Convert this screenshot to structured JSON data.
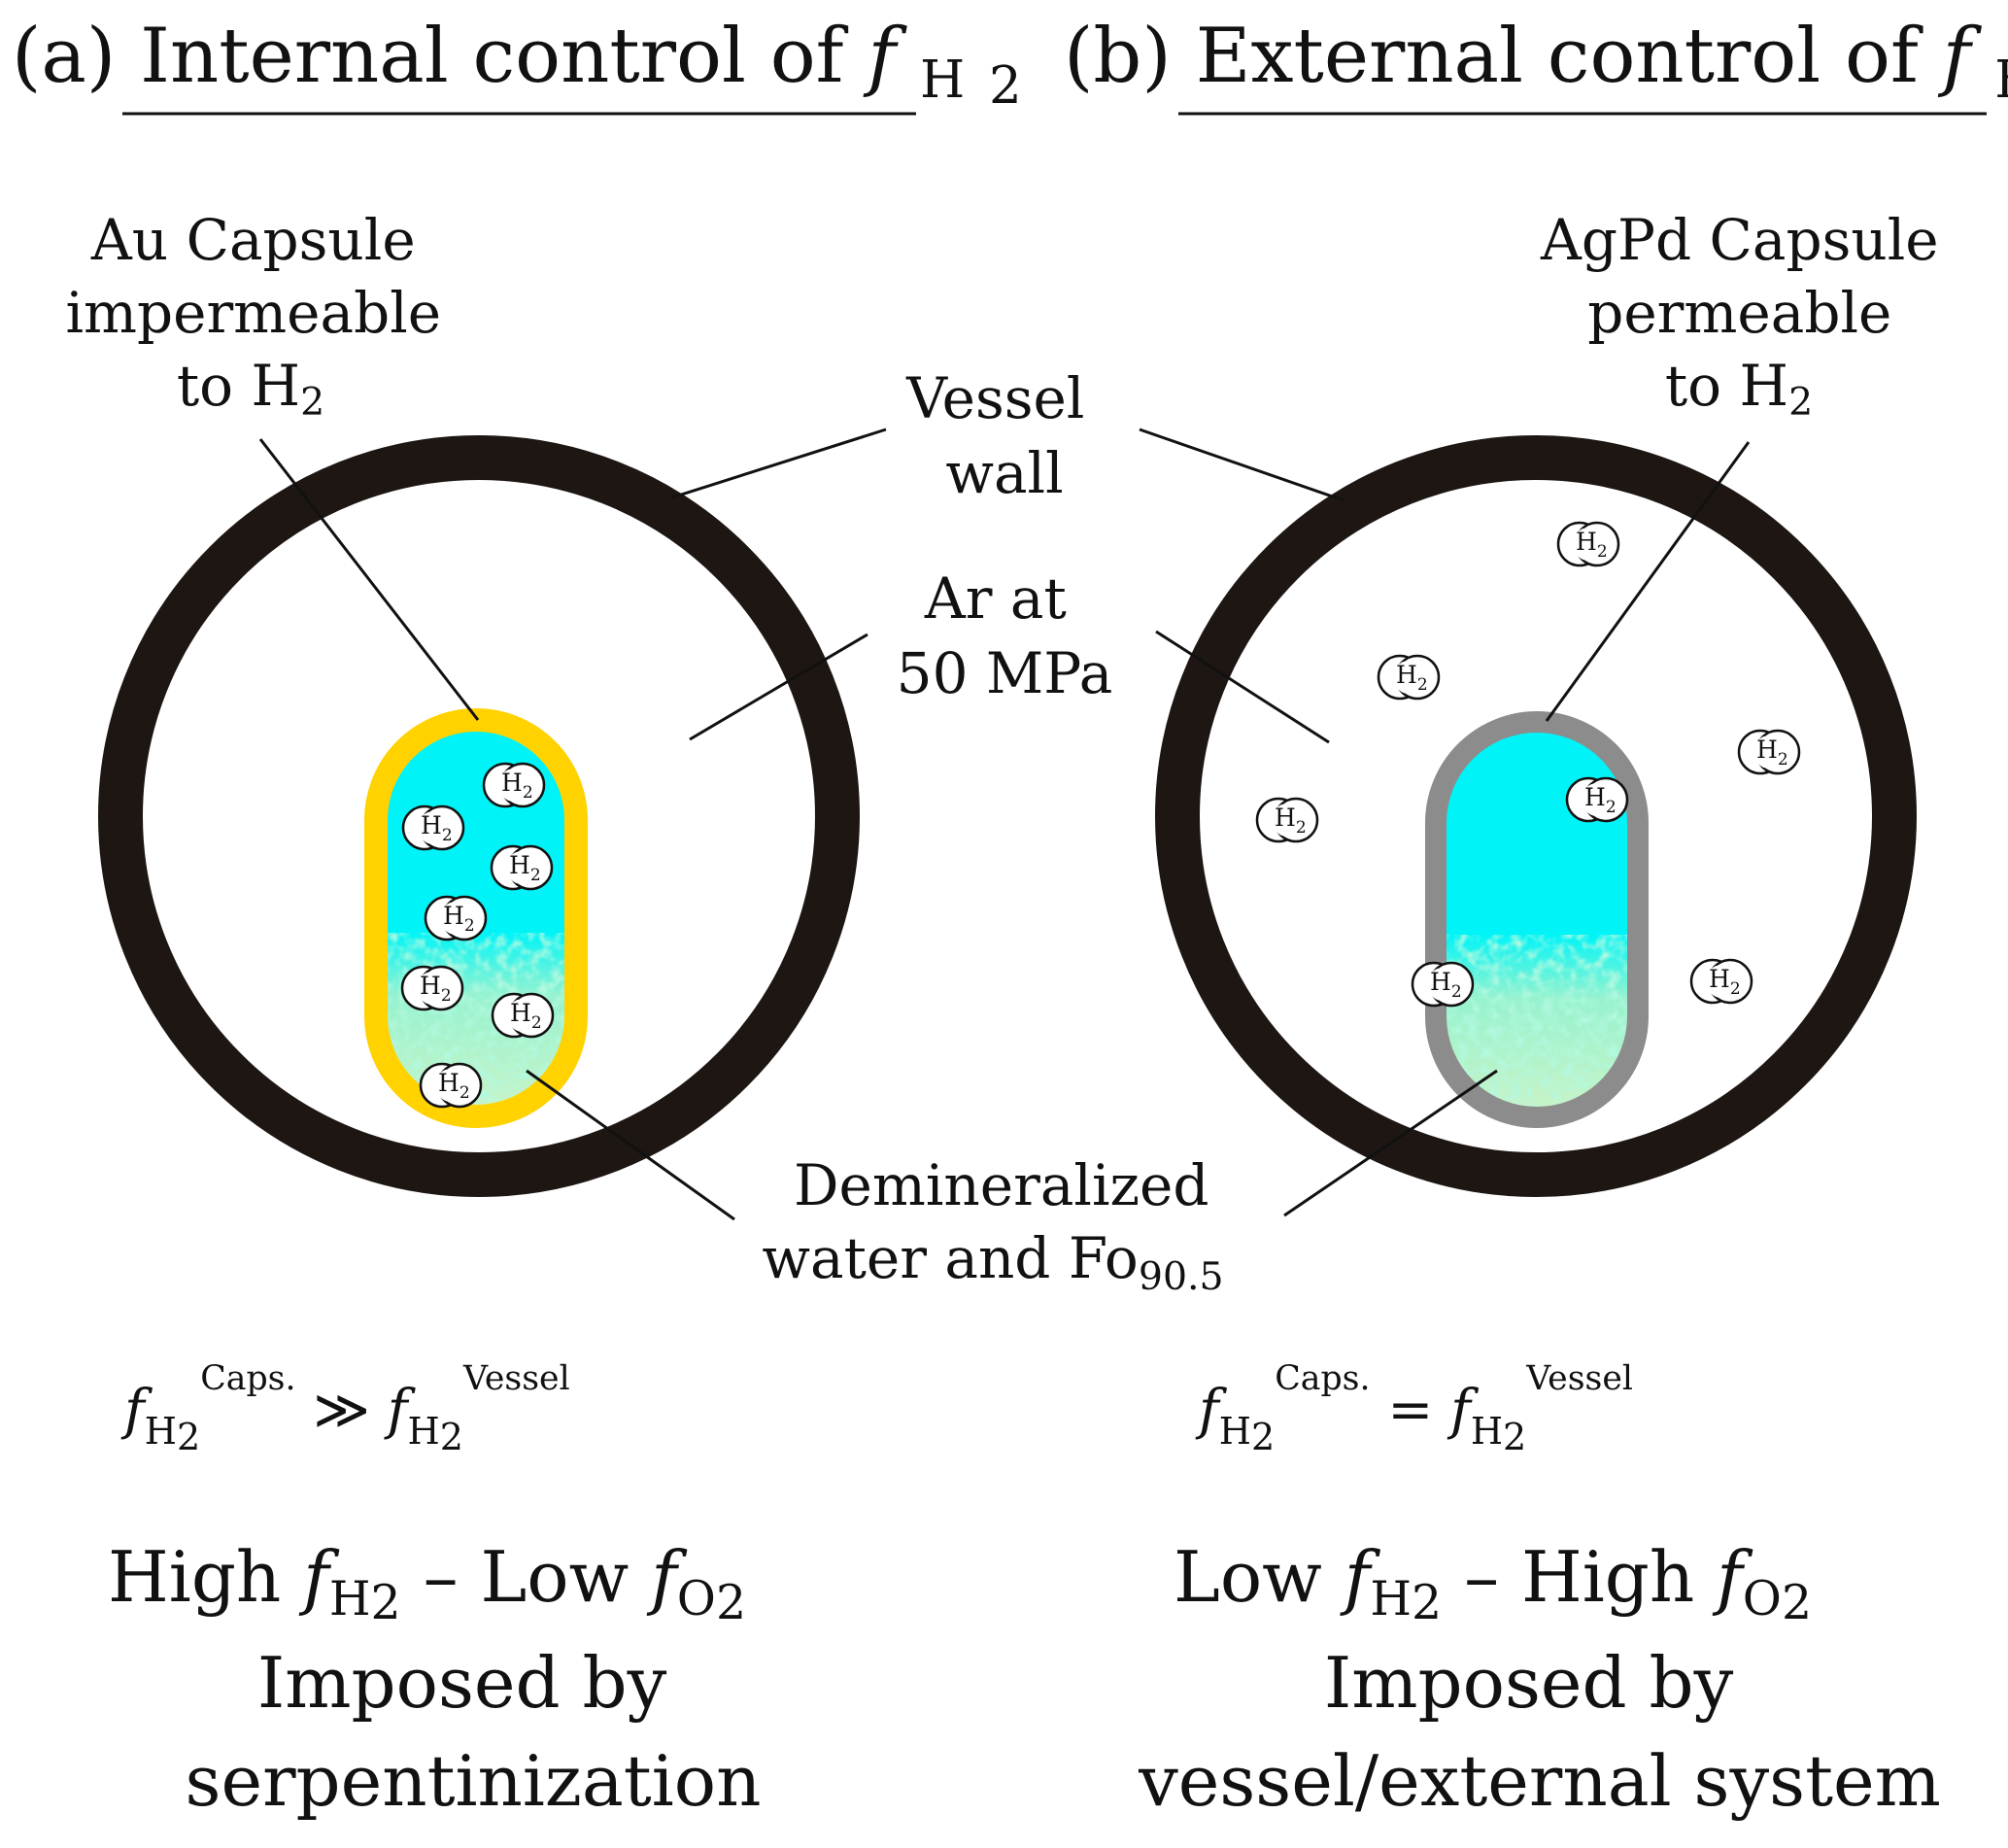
{
  "panel_a": {
    "title_prefix": "(a)",
    "title_main": "Internal control of ",
    "capsule_label": [
      "Au Capsule",
      "impermeable",
      "to H"
    ],
    "equation": {
      "left_sup": "Caps.",
      "relation": "≫",
      "right_sup": "Vessel"
    },
    "condition": {
      "first": "High ",
      "dash": " – Low "
    },
    "imposed": [
      "Imposed by",
      "serpentinization"
    ]
  },
  "panel_b": {
    "title_prefix": "(b)",
    "title_main": "External control of ",
    "capsule_label": [
      "AgPd Capsule",
      "permeable",
      "to H"
    ],
    "equation": {
      "left_sup": "Caps.",
      "relation": "=",
      "right_sup": "Vessel"
    },
    "condition": {
      "first": "Low ",
      "dash": " – High "
    },
    "imposed": [
      "Imposed by",
      "vessel/external system"
    ]
  },
  "shared": {
    "vessel_label": [
      "Vessel",
      "wall"
    ],
    "ar_label": [
      "Ar at",
      "50 MPa"
    ],
    "water_label": [
      "Demineralized",
      "water and Fo"
    ],
    "water_sub": "90.5",
    "fugacity_symbol": "f",
    "h_letter": "H",
    "o_letter": "O",
    "sub_two": "2"
  },
  "colors": {
    "vessel_wall": "#1e1613",
    "au_capsule": "#ffd200",
    "agpd_capsule": "#8c8c8c",
    "fluid": "#00f4f7",
    "sediment": "#c9f2c2",
    "leader_line": "#111111"
  }
}
